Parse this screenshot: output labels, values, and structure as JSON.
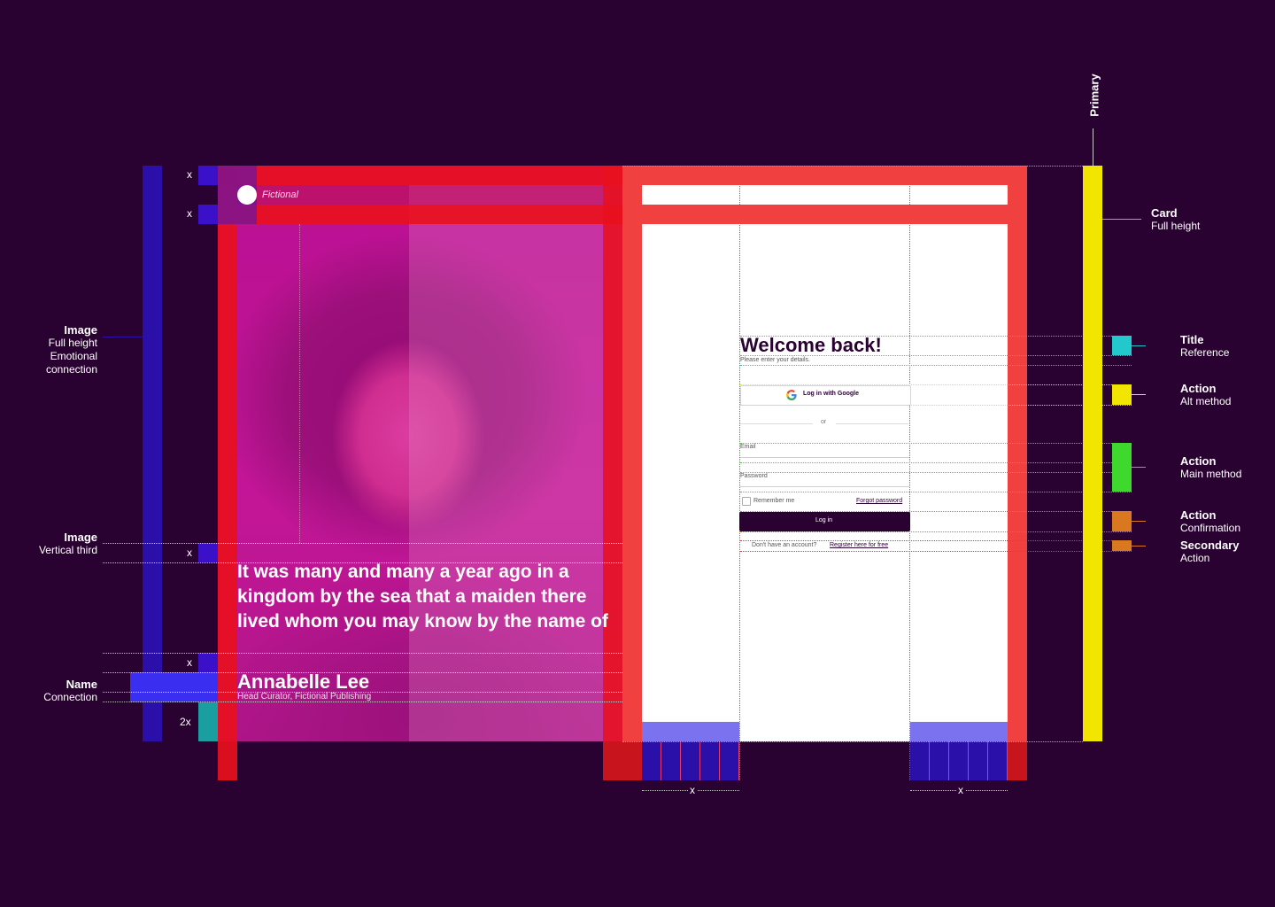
{
  "brand": {
    "name": "Fictional"
  },
  "photo_card": {
    "quote": "It was many and many a year ago in a kingdom by the sea that a maiden there lived whom you may know by the name of",
    "person_name": "Annabelle Lee",
    "person_role": "Head Curator, Fictional Publishing"
  },
  "login_form": {
    "title": "Welcome back!",
    "subtitle": "Please enter your details.",
    "google_button": "Log in with Google",
    "divider": "or",
    "email_label": "Email",
    "password_label": "Password",
    "remember_label": "Remember me",
    "forgot_link": "Forgot password",
    "login_button": "Log in",
    "signup_prompt": "Don't have an account?",
    "signup_link": "Register here for free"
  },
  "left_annotations": [
    {
      "title": "Image",
      "lines": [
        "Full height",
        "Emotional",
        "connection"
      ]
    },
    {
      "title": "Image",
      "lines": [
        "Vertical third"
      ]
    },
    {
      "title": "Name",
      "lines": [
        "Connection"
      ]
    }
  ],
  "right_annotations": [
    {
      "title": "Card",
      "lines": [
        "Full height"
      ]
    },
    {
      "title": "Title",
      "lines": [
        "Reference"
      ],
      "color": "#22c8cc"
    },
    {
      "title": "Action",
      "lines": [
        "Alt method"
      ],
      "color": "#f2e600"
    },
    {
      "title": "Action",
      "lines": [
        "Main method"
      ],
      "color": "#3fd92e"
    },
    {
      "title": "Action",
      "lines": [
        "Confirmation"
      ],
      "color": "#d9781f"
    },
    {
      "title": "Secondary",
      "lines": [
        "Action"
      ],
      "color": "#d9781f"
    }
  ],
  "primary_label": "Primary",
  "spacing_markers": {
    "x": "x",
    "double": "2x"
  },
  "colors": {
    "background": "#2a0231",
    "margin_red": "#e8101e",
    "column_blue": "#2a0fa8",
    "primary_yellow": "#f2e600"
  }
}
